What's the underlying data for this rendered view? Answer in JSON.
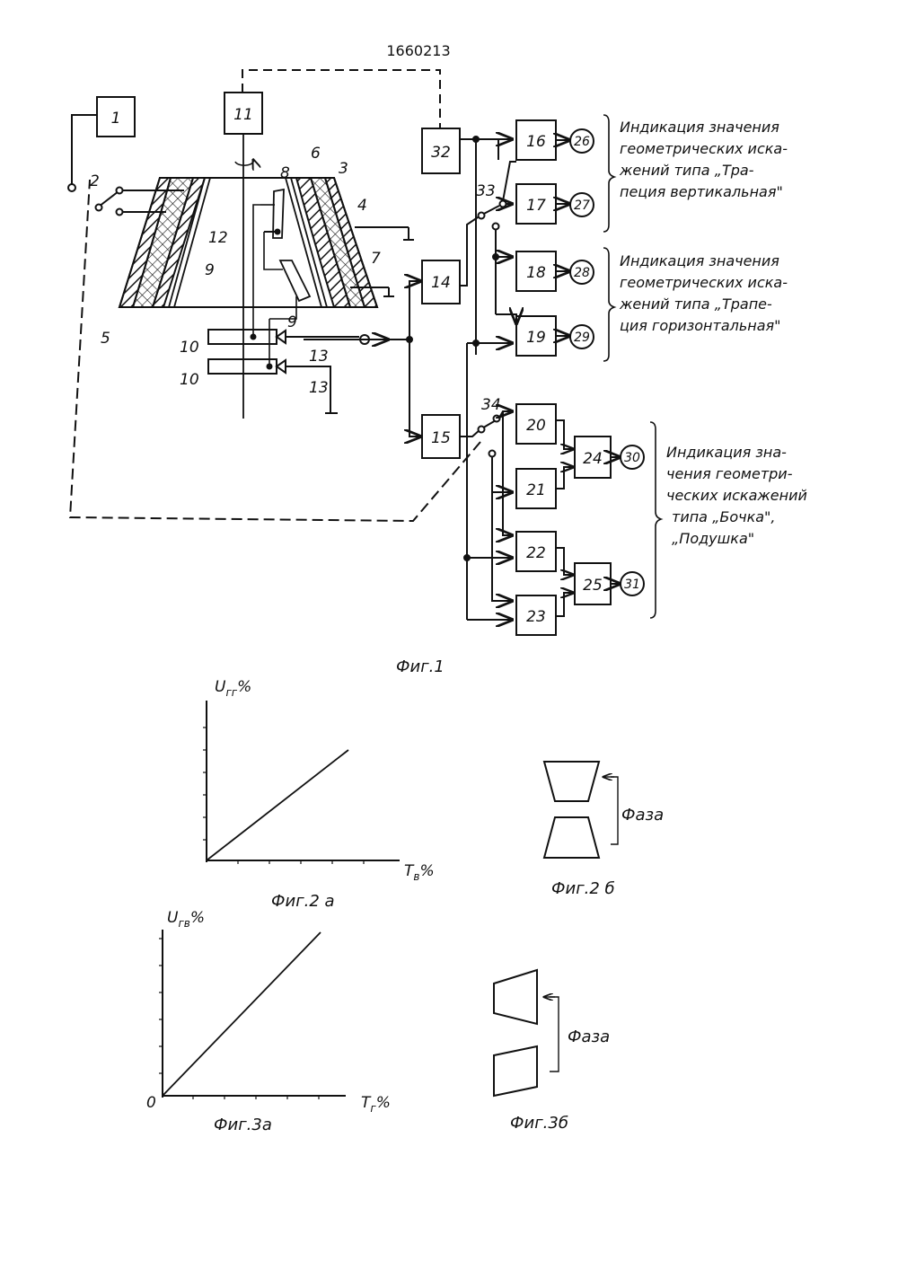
{
  "header": {
    "doc_number": "1660213"
  },
  "blocks": {
    "b1": "1",
    "b11": "11",
    "b32": "32",
    "b14": "14",
    "b15": "15",
    "b16": "16",
    "b17": "17",
    "b18": "18",
    "b19": "19",
    "b20": "20",
    "b21": "21",
    "b22": "22",
    "b23": "23",
    "b24": "24",
    "b25": "25"
  },
  "indicators": {
    "i26": "26",
    "i27": "27",
    "i28": "28",
    "i29": "29",
    "i30": "30",
    "i31": "31"
  },
  "labels": {
    "l2": "2",
    "l3": "3",
    "l4": "4",
    "l5": "5",
    "l6": "6",
    "l7": "7",
    "l8": "8",
    "l9a": "9",
    "l9b": "9",
    "l10a": "10",
    "l10b": "10",
    "l12": "12",
    "l13a": "13",
    "l13b": "13",
    "l33": "33",
    "l34": "34"
  },
  "annotations": {
    "group1": [
      "Индикация значения",
      "геометрических иска-",
      "жений типа „Тра-",
      "пеция вертикальная\""
    ],
    "group2": [
      "Индикация значения",
      "геометрических иска-",
      "жений типа „Трапе-",
      "ция горизонтальная\""
    ],
    "group3": [
      "Индикация зна-",
      "чения геометри-",
      "ческих искажений",
      "типа „Бочка\",",
      "„Подушка\""
    ]
  },
  "captions": {
    "fig1": "Фиг.1",
    "fig2a": "Фиг.2 а",
    "fig2b": "Фиг.2 б",
    "fig3a": "Фиг.3а",
    "fig3b": "Фиг.3б"
  },
  "graph2a": {
    "ylabel": "U",
    "ylabel_sub": "гг",
    "ylabel_unit": "%",
    "xlabel": "T",
    "xlabel_sub": "в",
    "xlabel_unit": "%"
  },
  "graph3a": {
    "ylabel": "U",
    "ylabel_sub": "гв",
    "ylabel_unit": "%",
    "xlabel": "T",
    "xlabel_sub": "г",
    "xlabel_unit": "%",
    "origin": "0"
  },
  "phase2b": "Фаза",
  "phase3b": "Фаза"
}
